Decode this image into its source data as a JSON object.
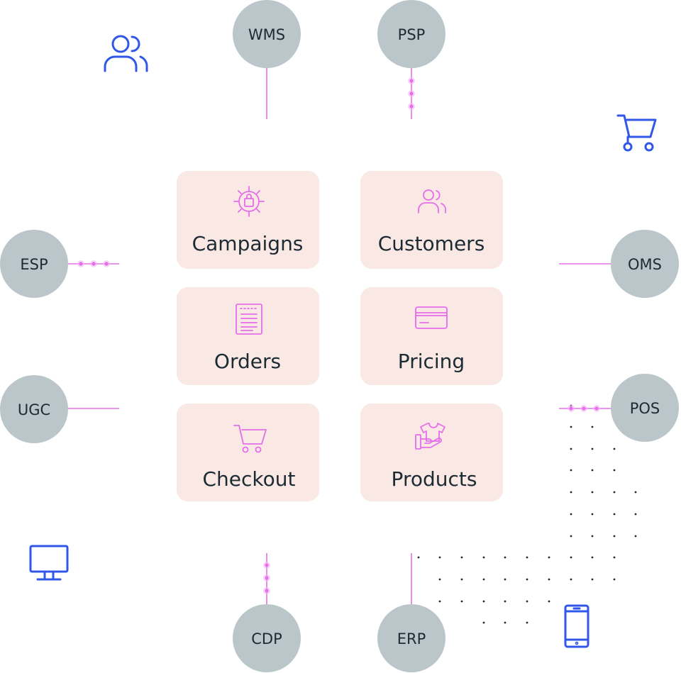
{
  "nodes": [
    {
      "id": "wms",
      "label": "WMS"
    },
    {
      "id": "psp",
      "label": "PSP"
    },
    {
      "id": "esp",
      "label": "ESP"
    },
    {
      "id": "oms",
      "label": "OMS"
    },
    {
      "id": "ugc",
      "label": "UGC"
    },
    {
      "id": "pos",
      "label": "POS"
    },
    {
      "id": "cdp",
      "label": "CDP"
    },
    {
      "id": "erp",
      "label": "ERP"
    }
  ],
  "modules": [
    {
      "id": "campaigns",
      "label": "Campaigns",
      "icon": "gear-bag-icon"
    },
    {
      "id": "customers",
      "label": "Customers",
      "icon": "users-icon"
    },
    {
      "id": "orders",
      "label": "Orders",
      "icon": "order-list-icon"
    },
    {
      "id": "pricing",
      "label": "Pricing",
      "icon": "credit-card-icon"
    },
    {
      "id": "checkout",
      "label": "Checkout",
      "icon": "cart-icon"
    },
    {
      "id": "products",
      "label": "Products",
      "icon": "tshirt-hand-icon"
    }
  ],
  "decorative_icons": [
    "users-icon",
    "shopping-cart-icon",
    "desktop-monitor-icon",
    "mobile-phone-icon"
  ],
  "colors": {
    "node": "#BAC6C9",
    "connector": "#E56EEA",
    "card": "#F9E8E4",
    "accent_icon": "#E56EEA",
    "deco_icon": "#3157E8",
    "text": "#1c2b33"
  }
}
